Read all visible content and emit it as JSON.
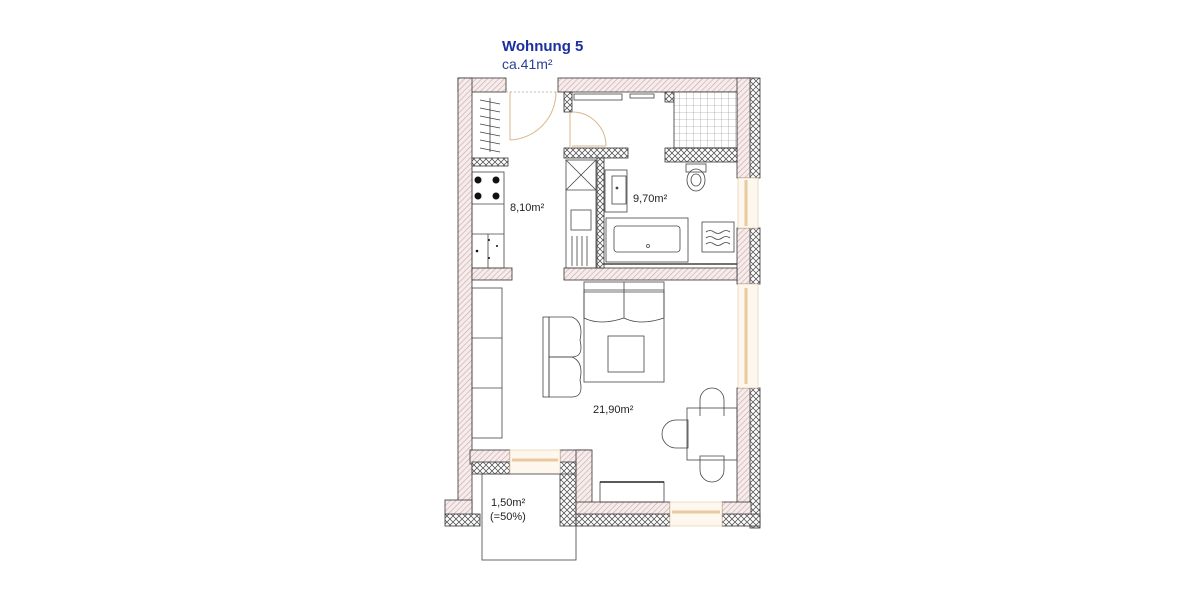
{
  "header": {
    "title": "Wohnung 5",
    "subtitle": "ca.41m²"
  },
  "rooms": [
    {
      "name": "kitchen",
      "area": "8,10m²"
    },
    {
      "name": "bathroom",
      "area": "9,70m²"
    },
    {
      "name": "living-room",
      "area": "21,90m²"
    },
    {
      "name": "balcony",
      "area": "1,50m²",
      "note": "(=50%)"
    }
  ],
  "colors": {
    "title": "#1a2fa0",
    "wall_fill": "#f3e6e6",
    "wall_hatch": "#c9a6a6",
    "window": "#e8c9a0",
    "line": "#333333"
  }
}
